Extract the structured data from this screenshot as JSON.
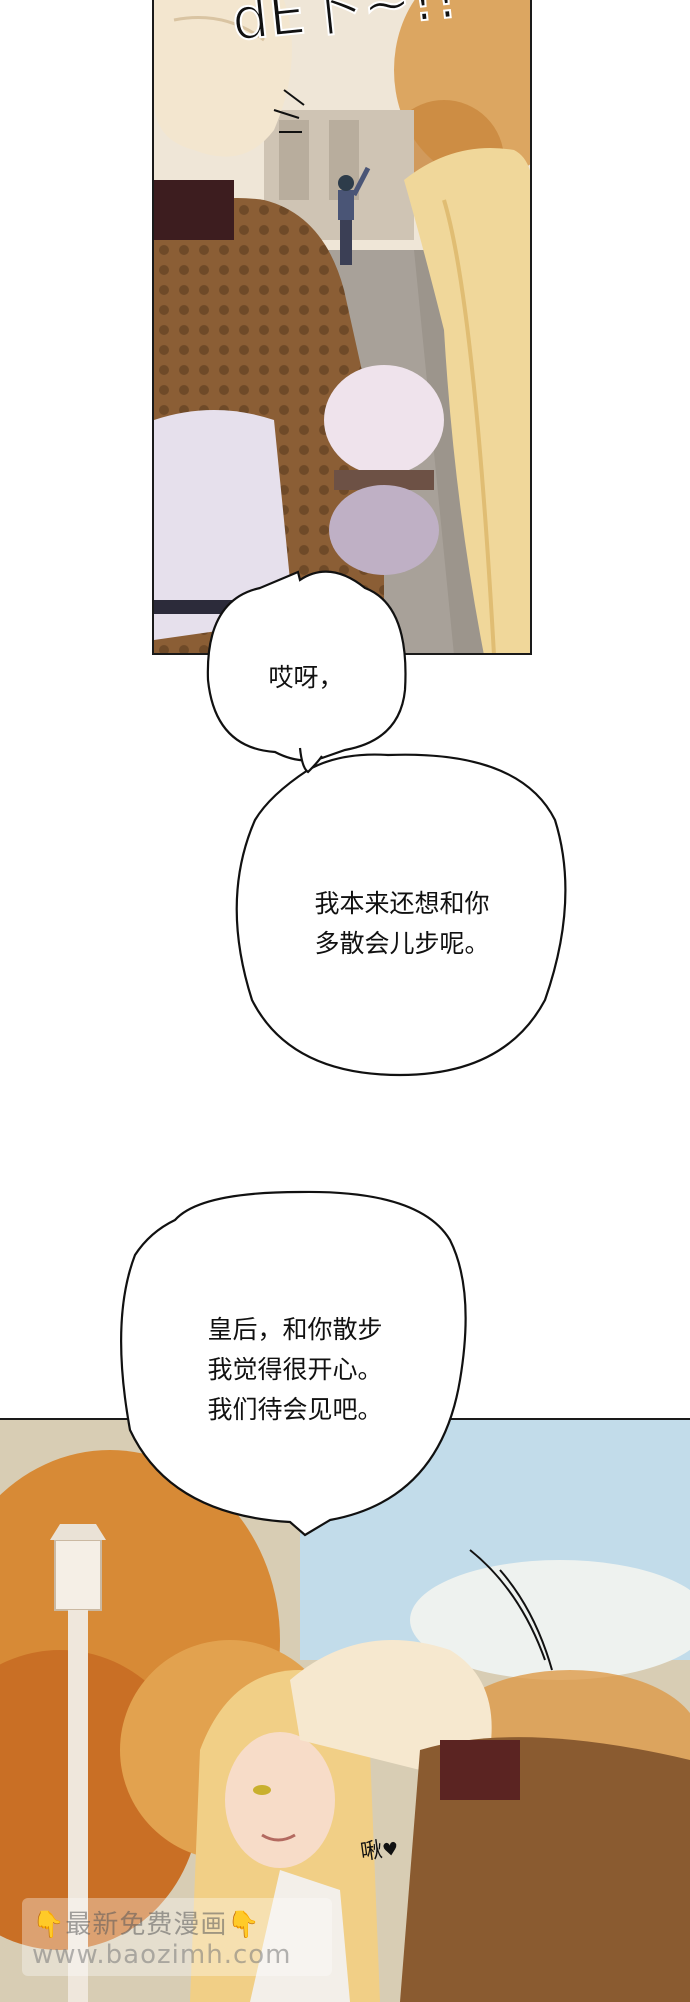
{
  "panel_top": {
    "sfx_text": "dE卜~!!"
  },
  "bubbles": {
    "bubble1_line1": "哎呀，",
    "bubble2_line1": "我本来还想和你",
    "bubble2_line2": "多散会儿步呢。",
    "bubble3_line1": "皇后，和你散步",
    "bubble3_line2": "我觉得很开心。",
    "bubble3_line3": "我们待会见吧。"
  },
  "panel_bottom": {
    "sfx_kiss": "啾",
    "heart_symbol": "♥"
  },
  "watermark": {
    "left_icon": "👇",
    "title": "最新免费漫画",
    "right_icon": "👇",
    "url": "www.baozimh.com"
  }
}
